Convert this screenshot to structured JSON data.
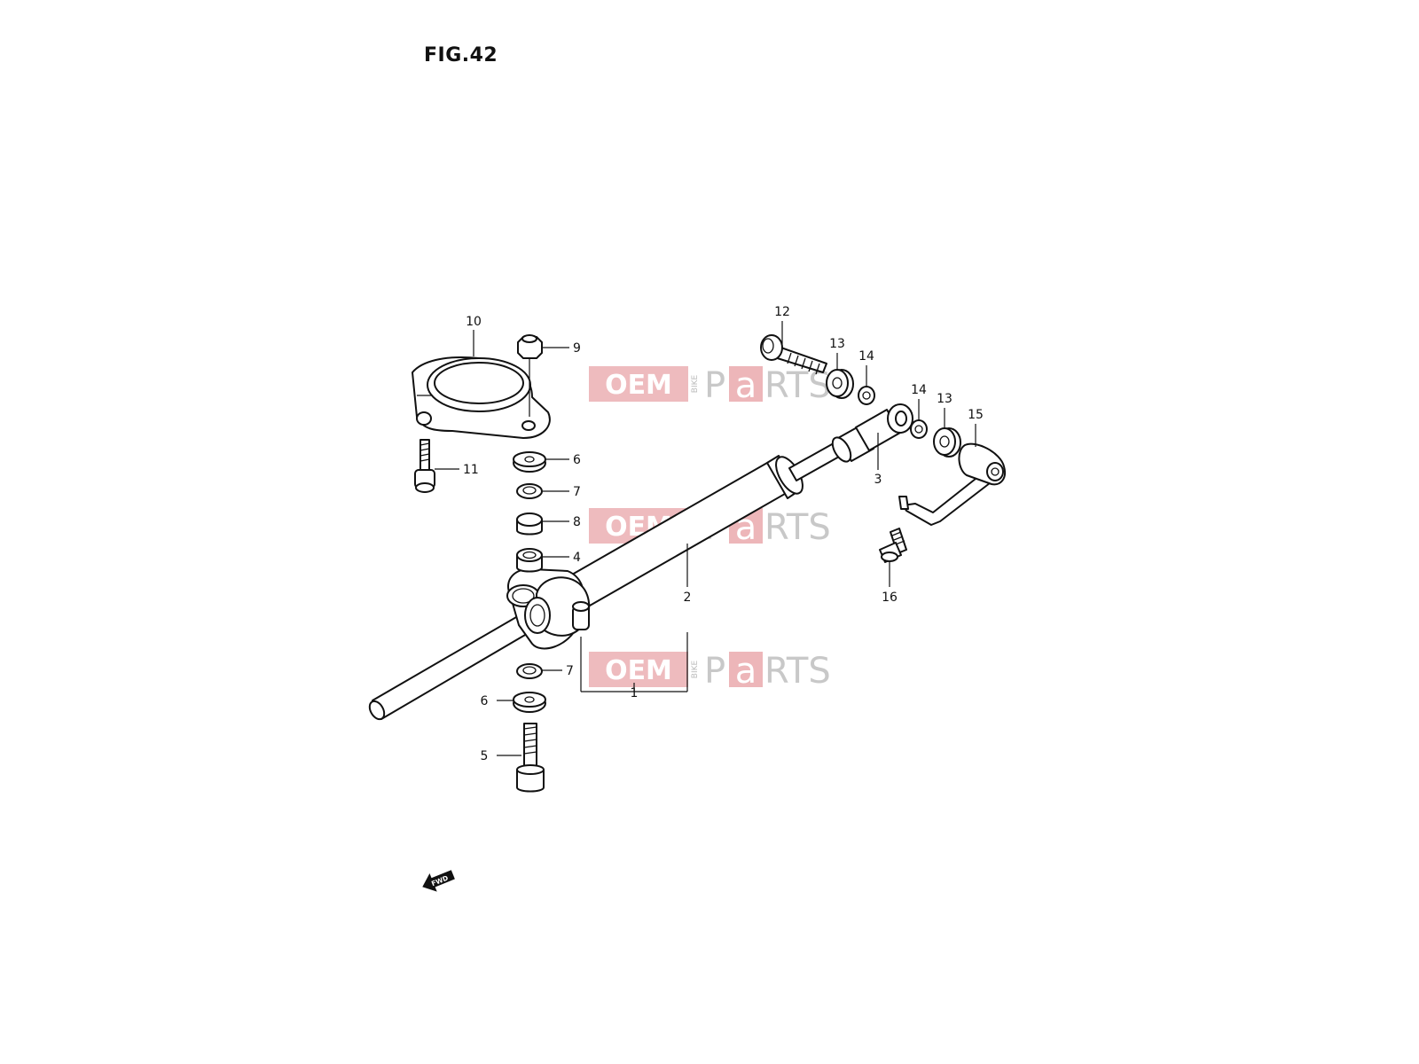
{
  "figure": {
    "title": "FIG.42"
  },
  "watermark": {
    "oem": "OEM",
    "bike": "BIKE",
    "parts_p": "P",
    "parts_a": "a",
    "parts_rest": "RTS",
    "red": "#e8a4a8",
    "gray": "#c8c8c8"
  },
  "fwd_label": "FWD",
  "callouts": {
    "c1": "1",
    "c2": "2",
    "c3": "3",
    "c4": "4",
    "c5": "5",
    "c6a": "6",
    "c6b": "6",
    "c7a": "7",
    "c7b": "7",
    "c8": "8",
    "c9": "9",
    "c10": "10",
    "c11": "11",
    "c12": "12",
    "c13a": "13",
    "c13b": "13",
    "c14a": "14",
    "c14b": "14",
    "c15": "15",
    "c16": "16"
  }
}
